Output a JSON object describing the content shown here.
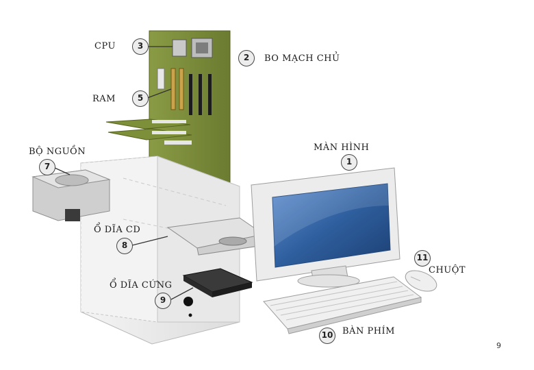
{
  "components": [
    {
      "id": "cpu",
      "number": "3",
      "label": "CPU"
    },
    {
      "id": "motherboard",
      "number": "2",
      "label": "BO MẠCH CHỦ"
    },
    {
      "id": "ram",
      "number": "5",
      "label": "RAM"
    },
    {
      "id": "psu",
      "number": "7",
      "label": "BỘ NGUỒN"
    },
    {
      "id": "monitor",
      "number": "1",
      "label": "MÀN HÌNH"
    },
    {
      "id": "cd-drive",
      "number": "8",
      "label": "Ổ DĨA CD"
    },
    {
      "id": "mouse",
      "number": "11",
      "label": "CHUỘT"
    },
    {
      "id": "hdd",
      "number": "9",
      "label": "Ổ DĨA CỨNG"
    },
    {
      "id": "keyboard",
      "number": "10",
      "label": "BÀN PHÍM"
    }
  ],
  "page_number": "9",
  "colors": {
    "board": "#7b8c3a",
    "case": "#ececec",
    "screen": "#2f5f9e",
    "hdd": "#2b2b2b"
  }
}
